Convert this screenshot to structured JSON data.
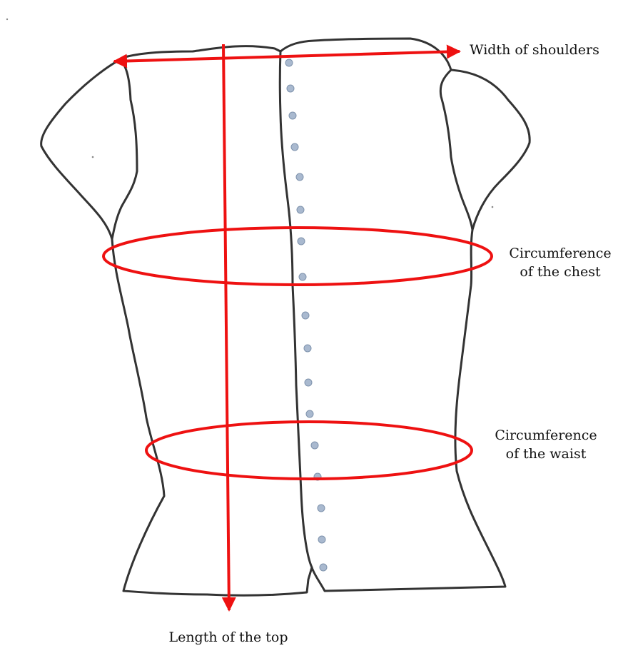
{
  "colors": {
    "outline": "#333333",
    "measure": "#ee1111",
    "button": "#a9b9cf",
    "text": "#111111"
  },
  "labels": {
    "shoulders": "Width of shoulders",
    "chest_line1": "Circumference",
    "chest_line2": "of the chest",
    "waist_line1": "Circumference",
    "waist_line2": "of the waist",
    "length": "Length of the top"
  }
}
